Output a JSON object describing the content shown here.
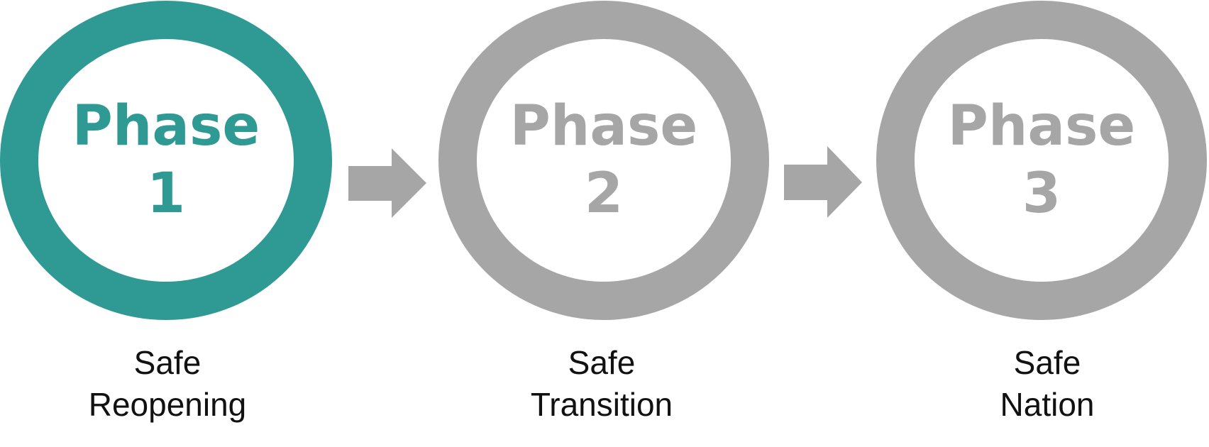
{
  "colors": {
    "active": "#2F9A94",
    "inactive": "#A6A6A6",
    "caption": "#111111"
  },
  "phases": [
    {
      "title": "Phase",
      "number": "1",
      "caption_line1": "Safe",
      "caption_line2": "Reopening",
      "status": "active"
    },
    {
      "title": "Phase",
      "number": "2",
      "caption_line1": "Safe",
      "caption_line2": "Transition",
      "status": "inactive"
    },
    {
      "title": "Phase",
      "number": "3",
      "caption_line1": "Safe",
      "caption_line2": "Nation",
      "status": "inactive"
    }
  ],
  "arrows": [
    {
      "color_key": "inactive"
    },
    {
      "color_key": "inactive"
    }
  ]
}
